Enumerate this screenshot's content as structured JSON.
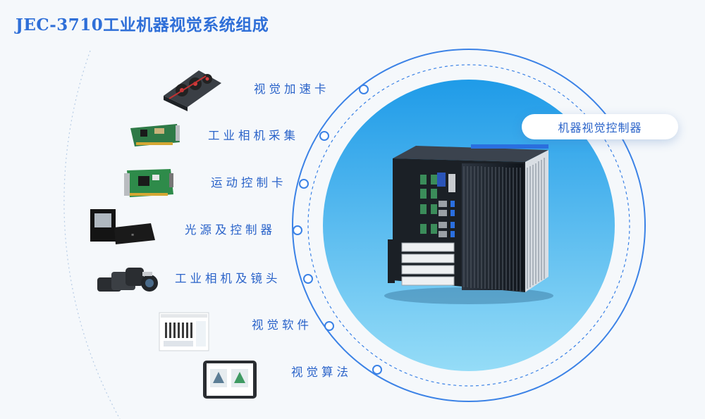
{
  "title": "JEC-3710工业机器视觉系统组成",
  "controller_label": "机器视觉控制器",
  "components": [
    {
      "label": "视觉加速卡",
      "icon": "gpu-card-icon"
    },
    {
      "label": "工业相机采集",
      "icon": "frame-grabber-card-icon"
    },
    {
      "label": "运动控制卡",
      "icon": "motion-control-card-icon"
    },
    {
      "label": "光源及控制器",
      "icon": "light-source-controller-icon"
    },
    {
      "label": "工业相机及镜头",
      "icon": "camera-lens-icon"
    },
    {
      "label": "视觉软件",
      "icon": "vision-software-icon"
    },
    {
      "label": "视觉算法",
      "icon": "vision-algorithm-tablet-icon"
    }
  ],
  "colors": {
    "accent": "#2f6fd8",
    "ring": "#3b82e6",
    "circle_fill_top": "#2aa3ea",
    "circle_fill_bottom": "#8fd8f6"
  }
}
